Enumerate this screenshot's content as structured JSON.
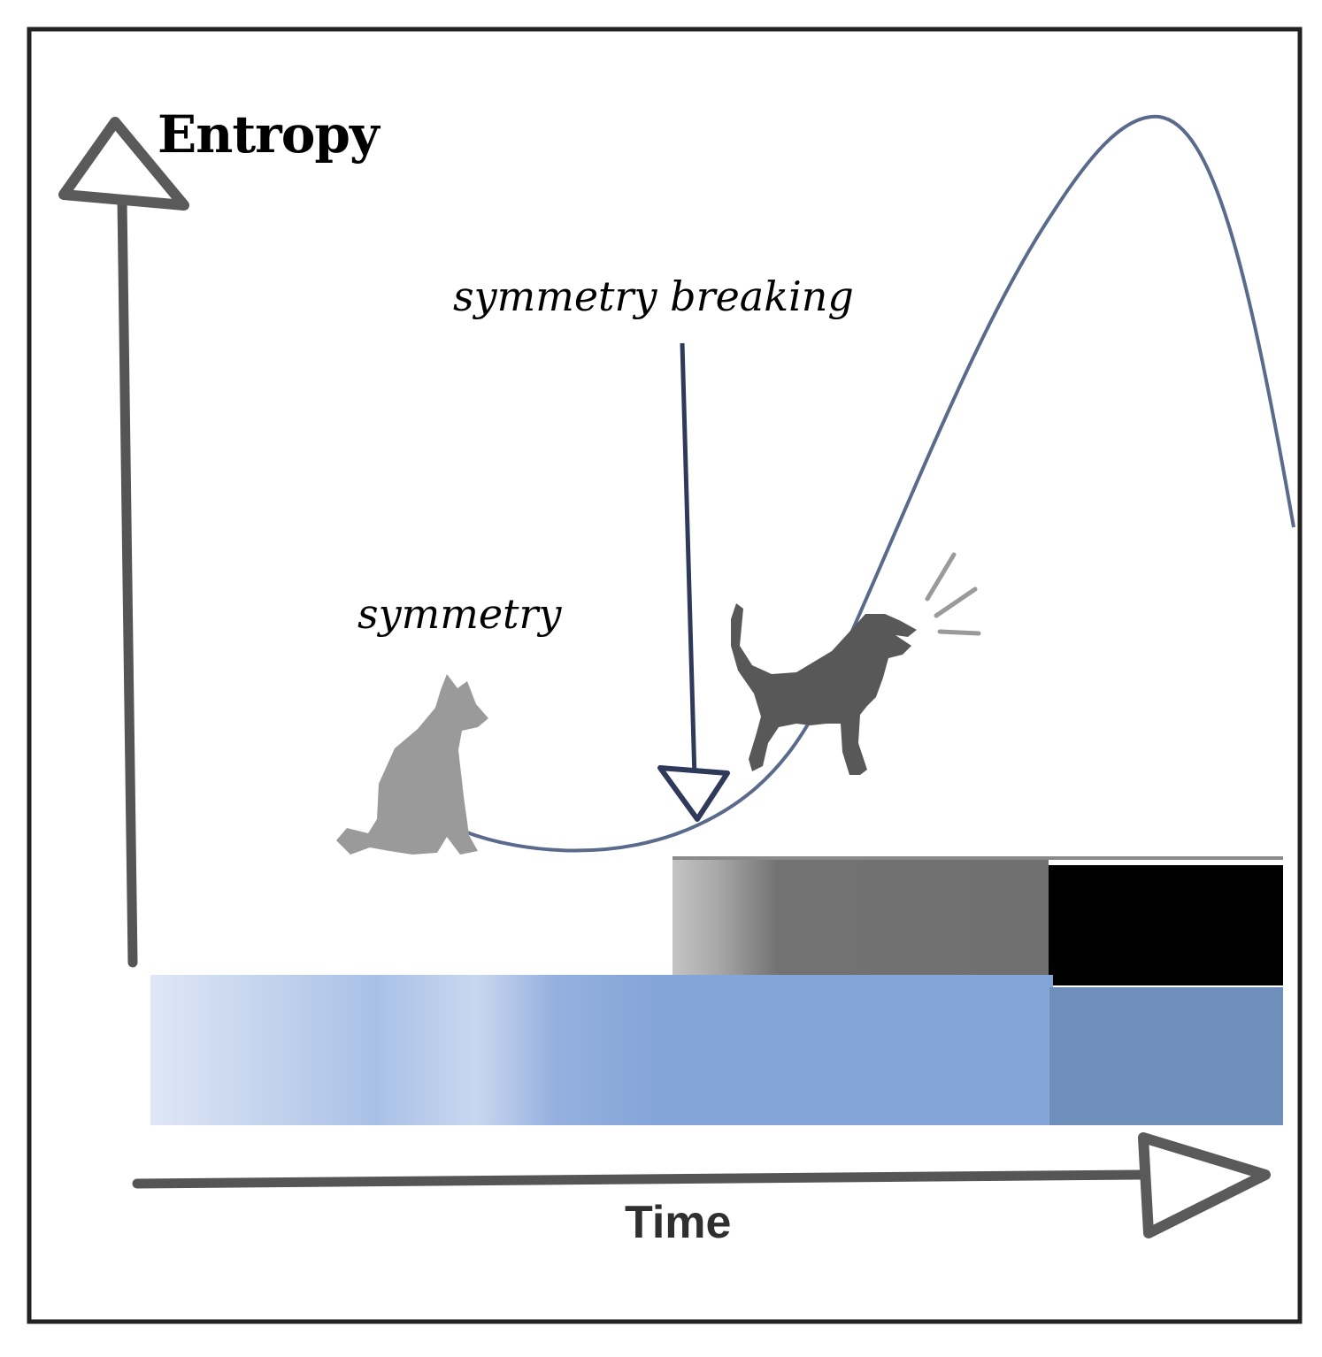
{
  "labels": {
    "y_axis": "Entropy",
    "x_axis": "Time",
    "symmetry_breaking": "symmetry breaking",
    "symmetry": "symmetry"
  },
  "icons": [
    "sitting-dog-icon",
    "barking-dog-icon",
    "sound-lines-icon"
  ],
  "colors": {
    "frame": "#222222",
    "axis": "#555555",
    "curve": "#5a6a8c",
    "pointer_arrow": "#2f3a5a",
    "dog_sitting": "#9a9a9a",
    "dog_barking": "#585858",
    "bar_blue": "#84a5d8",
    "bar_blue_dark": "#6e8fba",
    "bar_blue_light": "#c7d6ef",
    "bar_gray": "#707070",
    "bar_gray_light": "#c4c4c4",
    "bar_black": "#000000"
  }
}
